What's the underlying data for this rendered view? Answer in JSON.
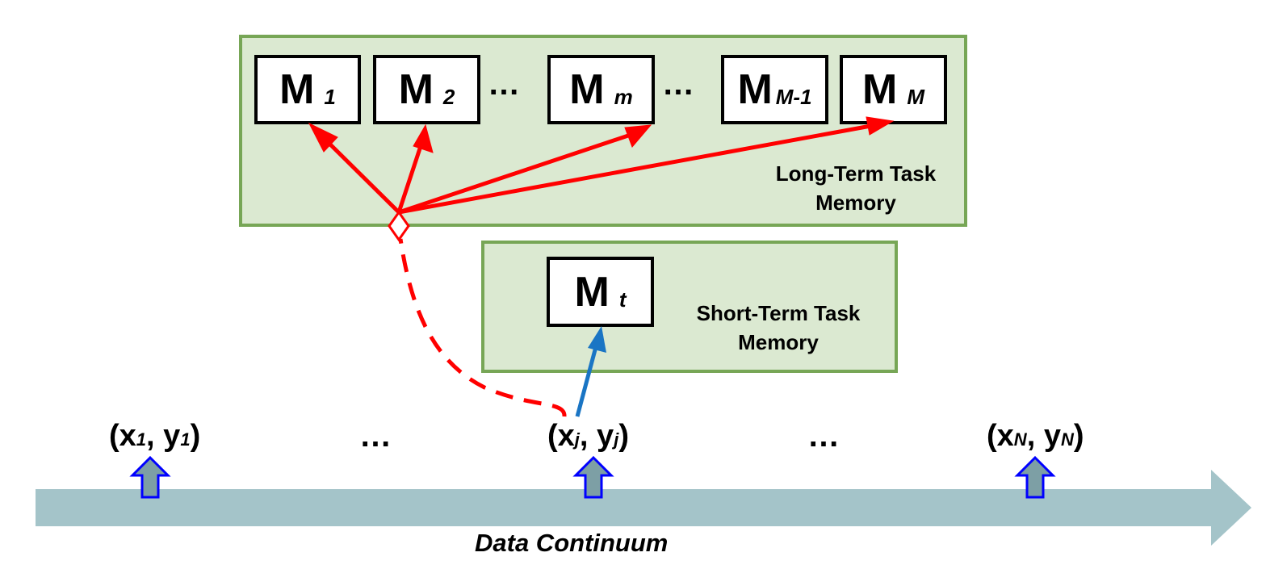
{
  "long_term": {
    "label_line1": "Long-Term Task",
    "label_line2": "Memory",
    "modules": [
      {
        "main": "M",
        "sub": "1"
      },
      {
        "main": "M",
        "sub": "2"
      },
      {
        "main": "M",
        "sub": "m"
      },
      {
        "main": "M",
        "sub": "M-1"
      },
      {
        "main": "M",
        "sub": "M"
      }
    ],
    "ellipsis": "…"
  },
  "short_term": {
    "label_line1": "Short-Term Task",
    "label_line2": "Memory",
    "module": {
      "main": "M",
      "sub": "t"
    }
  },
  "stream": {
    "points": [
      {
        "x": "x",
        "y": "y",
        "sub": "1"
      },
      {
        "x": "x",
        "y": "y",
        "sub": "j"
      },
      {
        "x": "x",
        "y": "y",
        "sub": "N"
      }
    ],
    "ellipsis": "…",
    "label": "Data Continuum"
  },
  "colors": {
    "panel_fill": "#dbe9d1",
    "panel_border": "#77a656",
    "retrieval_arrow": "#ff0000",
    "short_term_arrow": "#1a75c4",
    "up_arrow_fill": "#7d9fa5",
    "up_arrow_border": "#0000ff",
    "continuum_arrow": "#a4c4c9"
  }
}
